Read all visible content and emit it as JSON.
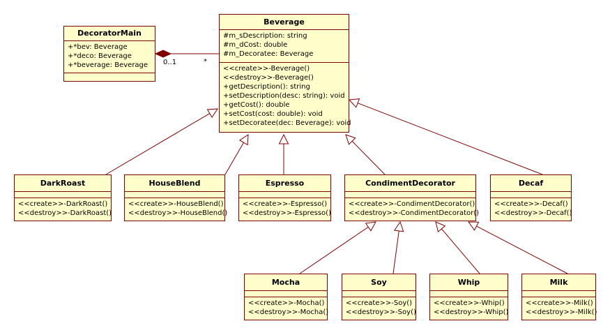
{
  "colors": {
    "border": "#800000",
    "fill": "#ffffcc",
    "line": "#800000"
  },
  "association": {
    "source_mult": "0..1",
    "target_mult": "*"
  },
  "classes": {
    "decorator_main": {
      "name": "DecoratorMain",
      "attributes": [
        "+*bev: Beverage",
        "+*deco: Beverage",
        "+*beverage: Beverage"
      ],
      "operations": []
    },
    "beverage": {
      "name": "Beverage",
      "attributes": [
        "#m_sDescription: string",
        "#m_dCost: double",
        "#m_Decoratee: Beverage"
      ],
      "operations": [
        "<<create>>-Beverage()",
        "<<destroy>>-Beverage()",
        "+getDescription(): string",
        "+setDescription(desc: string): void",
        "+getCost(): double",
        "+setCost(cost: double): void",
        "+setDecoratee(dec: Beverage): void"
      ]
    },
    "dark_roast": {
      "name": "DarkRoast",
      "attributes": [],
      "operations": [
        "<<create>>-DarkRoast()",
        "<<destroy>>-DarkRoast()"
      ]
    },
    "house_blend": {
      "name": "HouseBlend",
      "attributes": [],
      "operations": [
        "<<create>>-HouseBlend()",
        "<<destroy>>-HouseBlend()"
      ]
    },
    "espresso": {
      "name": "Espresso",
      "attributes": [],
      "operations": [
        "<<create>>-Espresso()",
        "<<destroy>>-Espresso()"
      ]
    },
    "condiment_decorator": {
      "name": "CondimentDecorator",
      "attributes": [],
      "operations": [
        "<<create>>-CondimentDecorator()",
        "<<destroy>>-CondimentDecorator()"
      ]
    },
    "decaf": {
      "name": "Decaf",
      "attributes": [],
      "operations": [
        "<<create>>-Decaf()",
        "<<destroy>>-Decaf()"
      ]
    },
    "mocha": {
      "name": "Mocha",
      "attributes": [],
      "operations": [
        "<<create>>-Mocha()",
        "<<destroy>>-Mocha()"
      ]
    },
    "soy": {
      "name": "Soy",
      "attributes": [],
      "operations": [
        "<<create>>-Soy()",
        "<<destroy>>-Soy()"
      ]
    },
    "whip": {
      "name": "Whip",
      "attributes": [],
      "operations": [
        "<<create>>-Whip()",
        "<<destroy>>-Whip()"
      ]
    },
    "milk": {
      "name": "Milk",
      "attributes": [],
      "operations": [
        "<<create>>-Milk()",
        "<<destroy>>-Milk()"
      ]
    }
  }
}
